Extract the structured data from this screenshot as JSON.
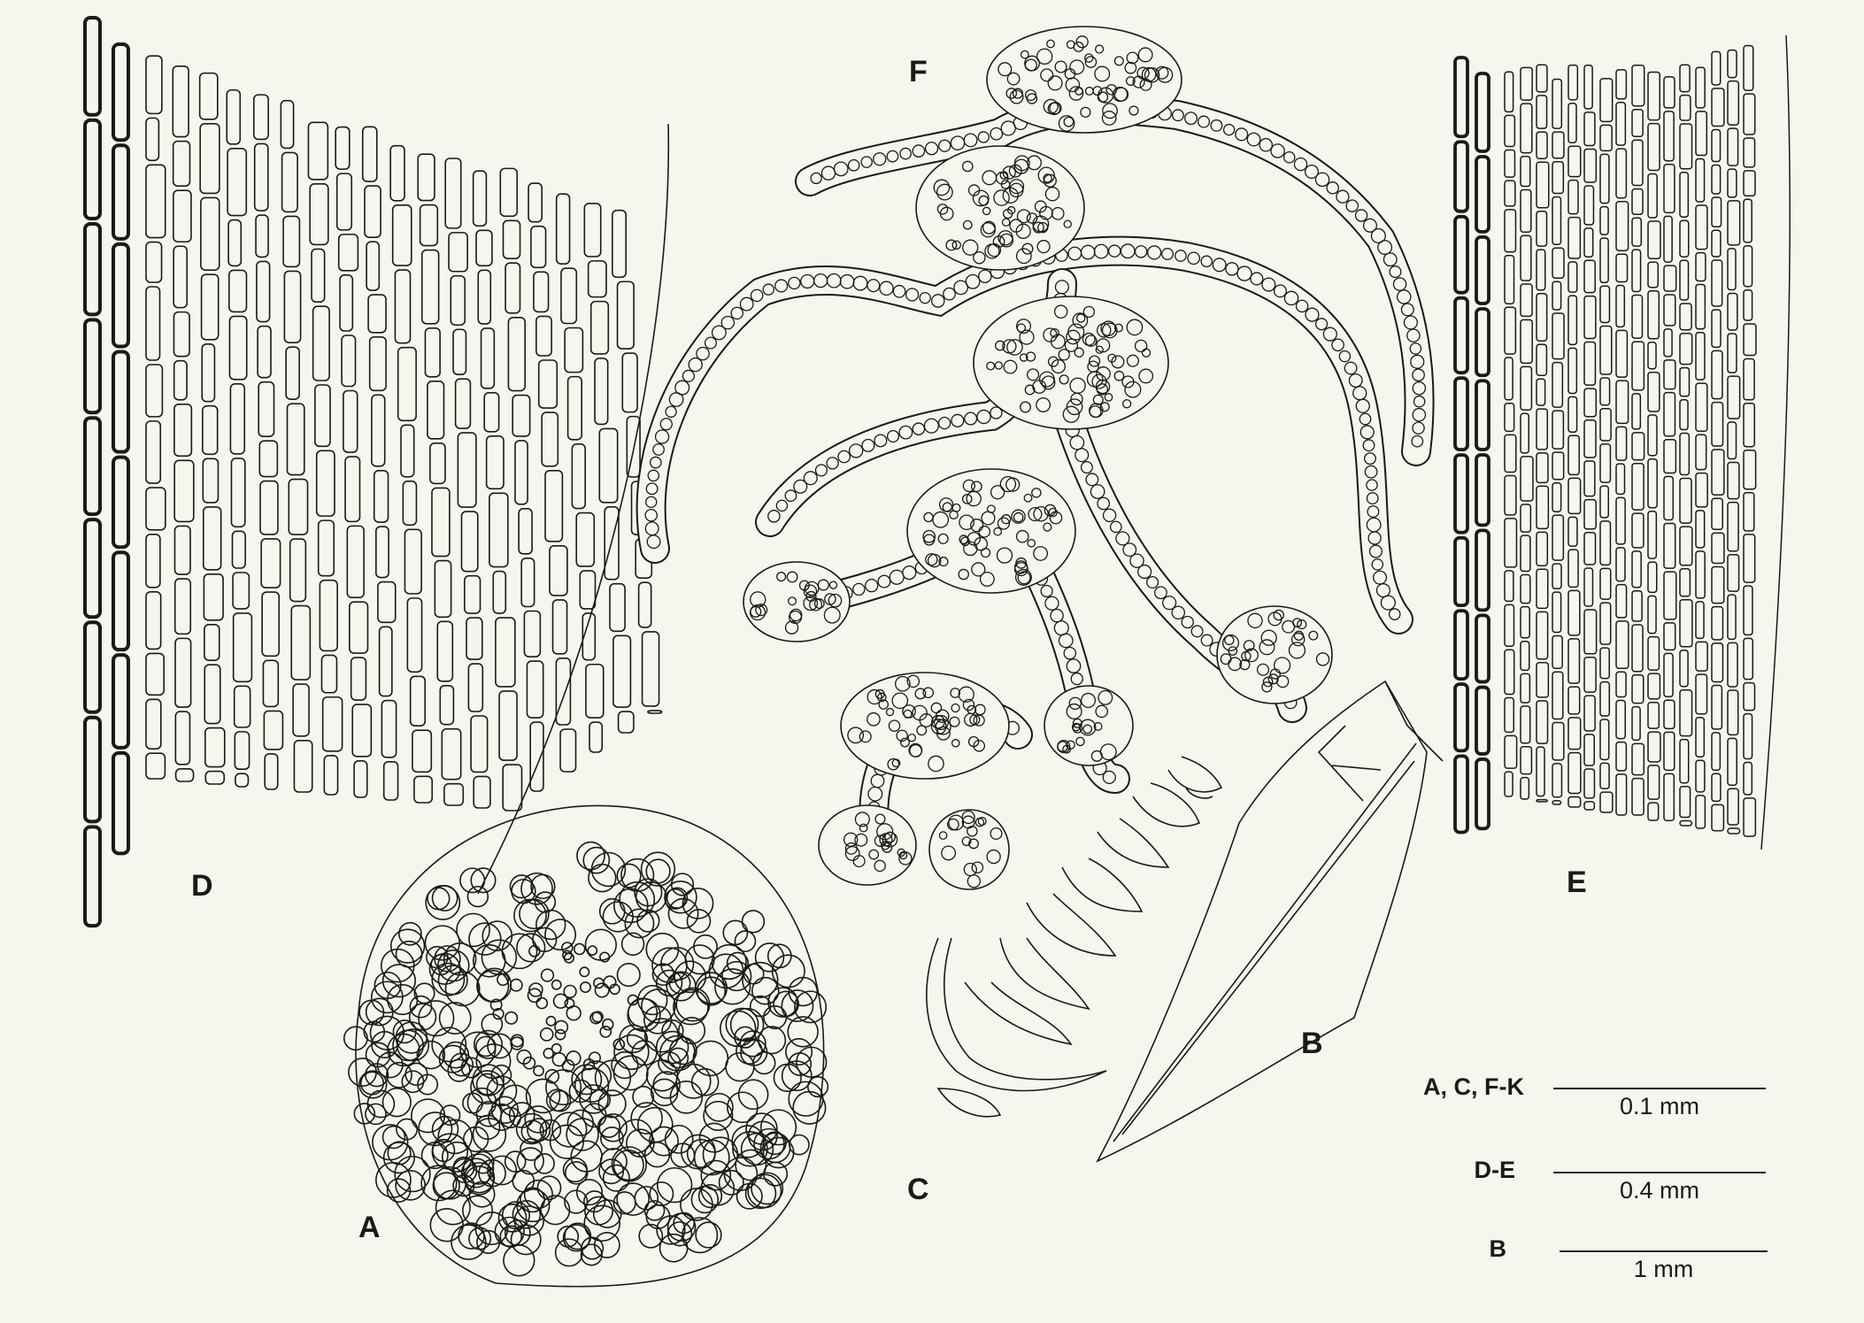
{
  "panels": {
    "A": "A",
    "B": "B",
    "C": "C",
    "D": "D",
    "E": "E",
    "F": "F"
  },
  "scale_bars": [
    {
      "label": "A, C, F-K",
      "value": "0.1 mm"
    },
    {
      "label": "D-E",
      "value": "0.4 mm"
    },
    {
      "label": "B",
      "value": "1 mm"
    }
  ],
  "colors": {
    "background": "#f6f5ee",
    "ink": "#1a1a1a"
  }
}
